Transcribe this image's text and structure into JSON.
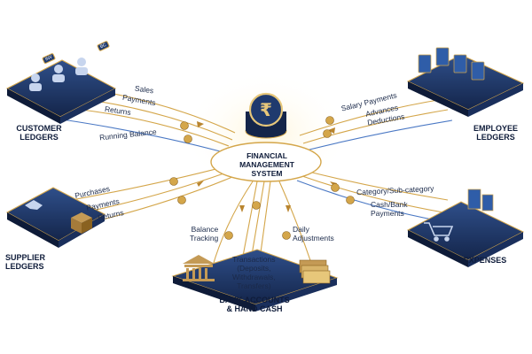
{
  "hub": {
    "title_lines": [
      "FINANCIAL",
      "MANAGEMENT",
      "SYSTEM"
    ],
    "icon": "rupee-coin-icon"
  },
  "customer": {
    "title_lines": [
      "CUSTOMER",
      "LEDGERS"
    ],
    "flows": [
      "Sales",
      "Payments",
      "Returns",
      "Running Balance"
    ],
    "chips": [
      "INV",
      "BC"
    ]
  },
  "employee": {
    "title_lines": [
      "EMPLOYEE",
      "LEDGERS"
    ],
    "flows": [
      "Salary Payments",
      "Advances",
      "Deductions"
    ]
  },
  "supplier": {
    "title_lines": [
      "SUPPLIER",
      "LEDGERS"
    ],
    "flows": [
      "Purchases",
      "Payments",
      "Returns"
    ]
  },
  "expenses": {
    "title": "EXPENSES",
    "flows": [
      "Category/Sub-category",
      "Cash/Bank",
      "Payments"
    ]
  },
  "bank": {
    "title_lines": [
      "BANK ACCOUNTS",
      "& HAND CASH"
    ],
    "left_flow": [
      "Balance",
      "Tracking"
    ],
    "center_flow": [
      "Transactions",
      "(Deposits,",
      "Withdrawals,",
      "Transfers)"
    ],
    "right_flow": [
      "Daily",
      "Adjustments"
    ]
  },
  "colors": {
    "navy": "#1f3a6e",
    "gold": "#d4a64a",
    "text": "#1b2a4a"
  }
}
